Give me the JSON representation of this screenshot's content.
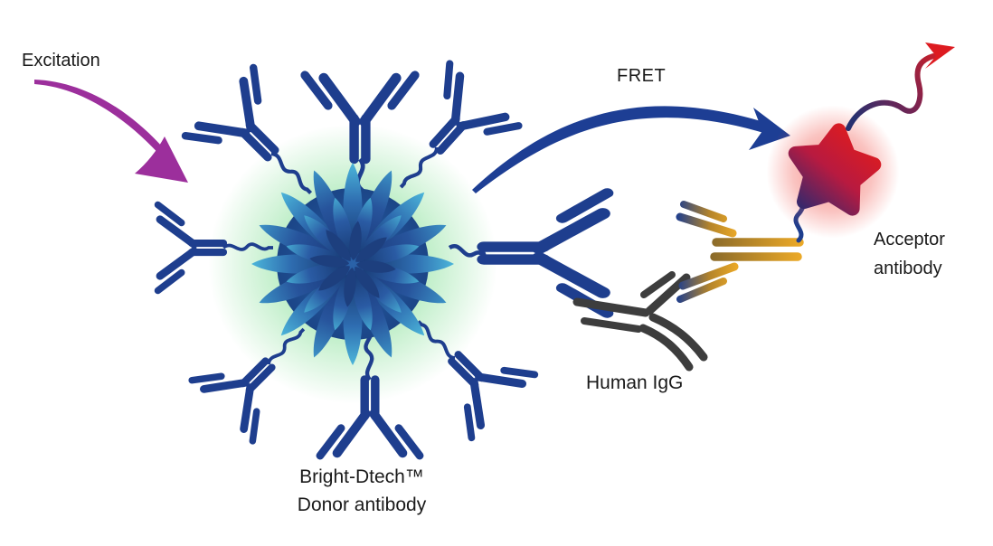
{
  "labels": {
    "excitation": "Excitation",
    "fret": "FRET",
    "acceptor_line1": "Acceptor",
    "acceptor_line2": "antibody",
    "human_igg": "Human IgG",
    "donor_line1": "Bright-Dtech™",
    "donor_line2": "Donor antibody"
  },
  "colors": {
    "donor_blue": "#1e3e8e",
    "igg_gray": "#3d3d3d",
    "gold": "#eaa827",
    "gold_dark": "#8a6a2a",
    "excitation_purple": "#9c2f9c",
    "fret_blue": "#1d3e94",
    "emission_red": "#dd1b20",
    "star_red": "#e11c1c",
    "star_navy": "#232a72",
    "glow_green": "#9fe6ad",
    "glow_red": "#f0453c",
    "petal_light": "#49b0d6",
    "petal_dark": "#1d3f7e",
    "core_blue": "#1b4587",
    "text": "#1a1a1a"
  }
}
